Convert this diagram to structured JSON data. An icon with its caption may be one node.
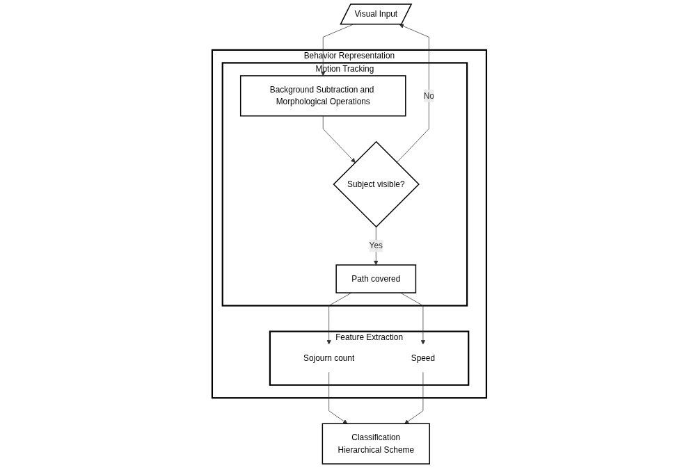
{
  "diagram": {
    "nodes": [
      {
        "text": [
          "Visual Input"
        ]
      },
      {
        "text": [
          "Behavior Representation"
        ]
      },
      {
        "text": [
          "Motion Tracking"
        ],
        "in": 1
      },
      {
        "text": [
          "Background Subtraction and Morphological Operations"
        ],
        "in": 2
      },
      {
        "text": [
          "Subject visible?"
        ],
        "in": 2
      },
      {
        "text": [
          "Path covered"
        ],
        "in": 2
      },
      {
        "text": [
          "Feature Extraction"
        ],
        "in": 1
      },
      {
        "text": [
          "Sojourn count"
        ],
        "in": 6
      },
      {
        "text": [
          "Speed"
        ],
        "in": 6
      },
      {
        "text": [
          "Classification",
          "Hierarchical Scheme"
        ]
      }
    ],
    "edges": [
      {
        "from": 0,
        "to": 3,
        "arrow": "to"
      },
      {
        "from": 3,
        "to": 4,
        "arrow": "to"
      },
      {
        "from": 4,
        "to": 0,
        "label": "No",
        "arrow": "to"
      },
      {
        "from": 4,
        "to": 5,
        "label": "Yes",
        "arrow": "to"
      },
      {
        "from": 5,
        "to": 7,
        "arrow": "to"
      },
      {
        "from": 5,
        "to": 8,
        "arrow": "to"
      },
      {
        "from": 7,
        "to": 9,
        "arrow": "to"
      },
      {
        "from": 8,
        "to": 9,
        "arrow": "to"
      }
    ]
  }
}
